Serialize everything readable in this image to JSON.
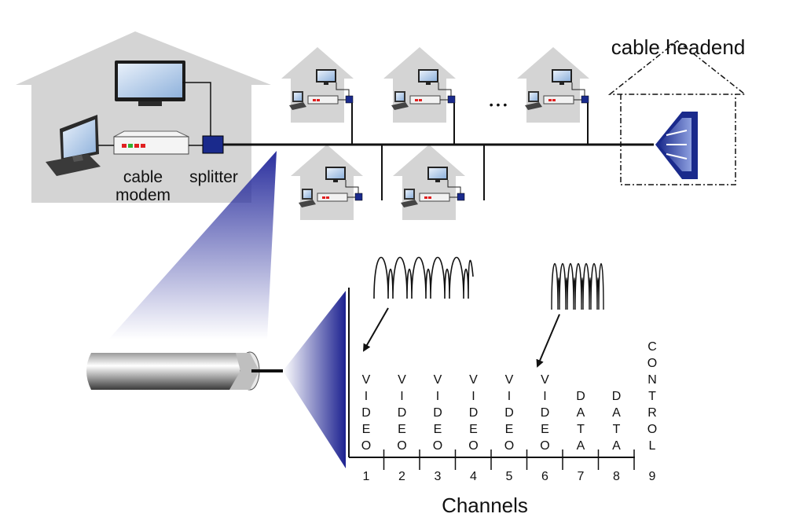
{
  "labels": {
    "headend": "cable headend",
    "modem_line1": "cable",
    "modem_line2": "modem",
    "splitter": "splitter",
    "ellipsis": "• • •",
    "axis_title": "Channels"
  },
  "channels": [
    {
      "number": "1",
      "letters": [
        "V",
        "I",
        "D",
        "E",
        "O"
      ]
    },
    {
      "number": "2",
      "letters": [
        "V",
        "I",
        "D",
        "E",
        "O"
      ]
    },
    {
      "number": "3",
      "letters": [
        "V",
        "I",
        "D",
        "E",
        "O"
      ]
    },
    {
      "number": "4",
      "letters": [
        "V",
        "I",
        "D",
        "E",
        "O"
      ]
    },
    {
      "number": "5",
      "letters": [
        "V",
        "I",
        "D",
        "E",
        "O"
      ]
    },
    {
      "number": "6",
      "letters": [
        "V",
        "I",
        "D",
        "E",
        "O"
      ]
    },
    {
      "number": "7",
      "letters": [
        "D",
        "A",
        "T",
        "A"
      ]
    },
    {
      "number": "8",
      "letters": [
        "D",
        "A",
        "T",
        "A"
      ]
    },
    {
      "number": "9",
      "letters": [
        "C",
        "O",
        "N",
        "T",
        "R",
        "O",
        "L"
      ]
    }
  ],
  "colors": {
    "house": "#d4d4d4",
    "splitter": "#1a2a8c",
    "cone": "#2a2f9e",
    "led_red": "#e02020",
    "led_green": "#30b030"
  }
}
